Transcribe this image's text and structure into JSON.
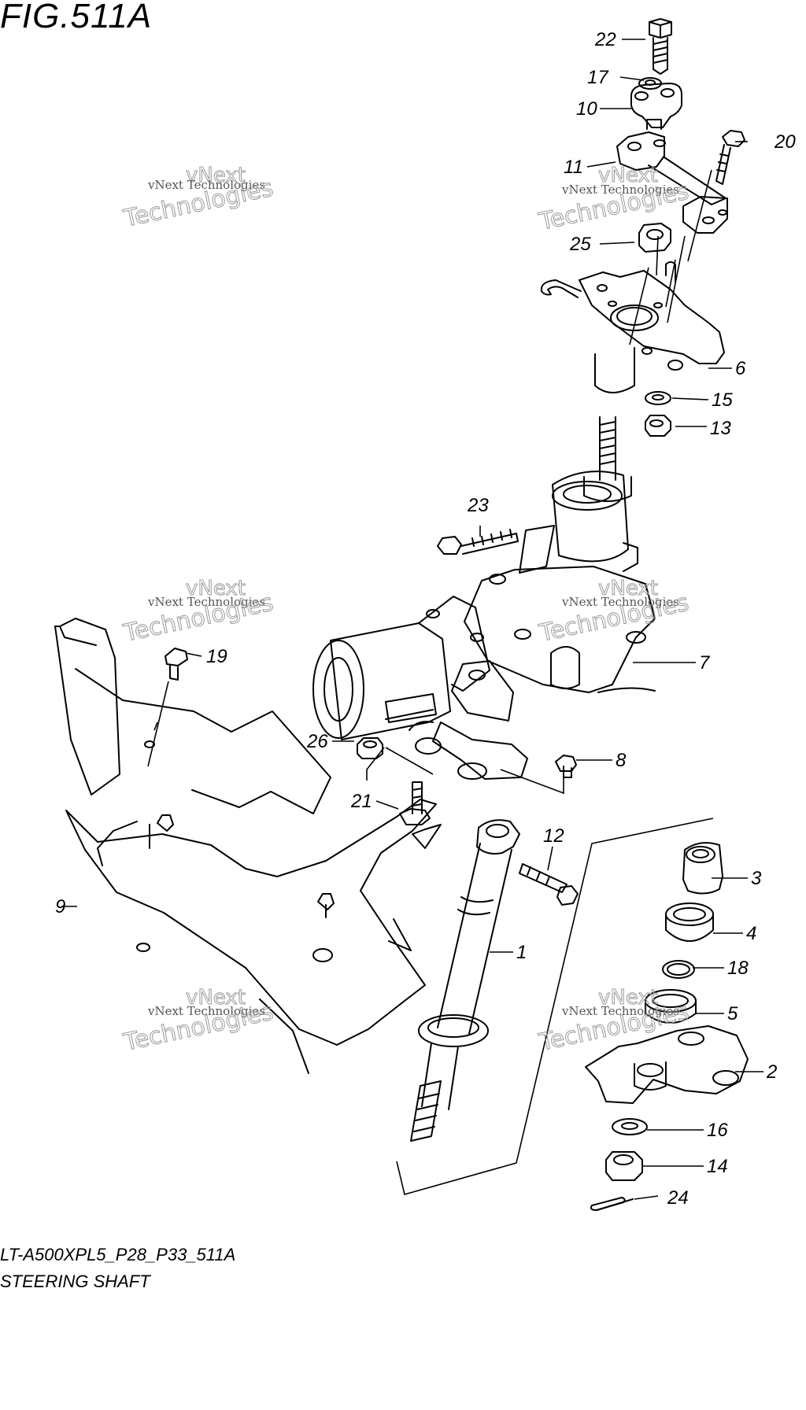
{
  "figure": {
    "title": "FIG.511A",
    "code": "LT-A500XPL5_P28_P33_511A",
    "name": "STEERING SHAFT"
  },
  "watermark": {
    "line1": "vNext",
    "line2": "vNext Technologies",
    "line3": "Technologies"
  },
  "callouts": [
    {
      "id": "22",
      "label": "22"
    },
    {
      "id": "17",
      "label": "17"
    },
    {
      "id": "10",
      "label": "10"
    },
    {
      "id": "11",
      "label": "11"
    },
    {
      "id": "20",
      "label": "20"
    },
    {
      "id": "25",
      "label": "25"
    },
    {
      "id": "6",
      "label": "6"
    },
    {
      "id": "15",
      "label": "15"
    },
    {
      "id": "13",
      "label": "13"
    },
    {
      "id": "23",
      "label": "23"
    },
    {
      "id": "19",
      "label": "19"
    },
    {
      "id": "7",
      "label": "7"
    },
    {
      "id": "26",
      "label": "26"
    },
    {
      "id": "8",
      "label": "8"
    },
    {
      "id": "21",
      "label": "21"
    },
    {
      "id": "12",
      "label": "12"
    },
    {
      "id": "3",
      "label": "3"
    },
    {
      "id": "9",
      "label": "9"
    },
    {
      "id": "4",
      "label": "4"
    },
    {
      "id": "1",
      "label": "1"
    },
    {
      "id": "18",
      "label": "18"
    },
    {
      "id": "5",
      "label": "5"
    },
    {
      "id": "2",
      "label": "2"
    },
    {
      "id": "16",
      "label": "16"
    },
    {
      "id": "14",
      "label": "14"
    },
    {
      "id": "24",
      "label": "24"
    }
  ]
}
